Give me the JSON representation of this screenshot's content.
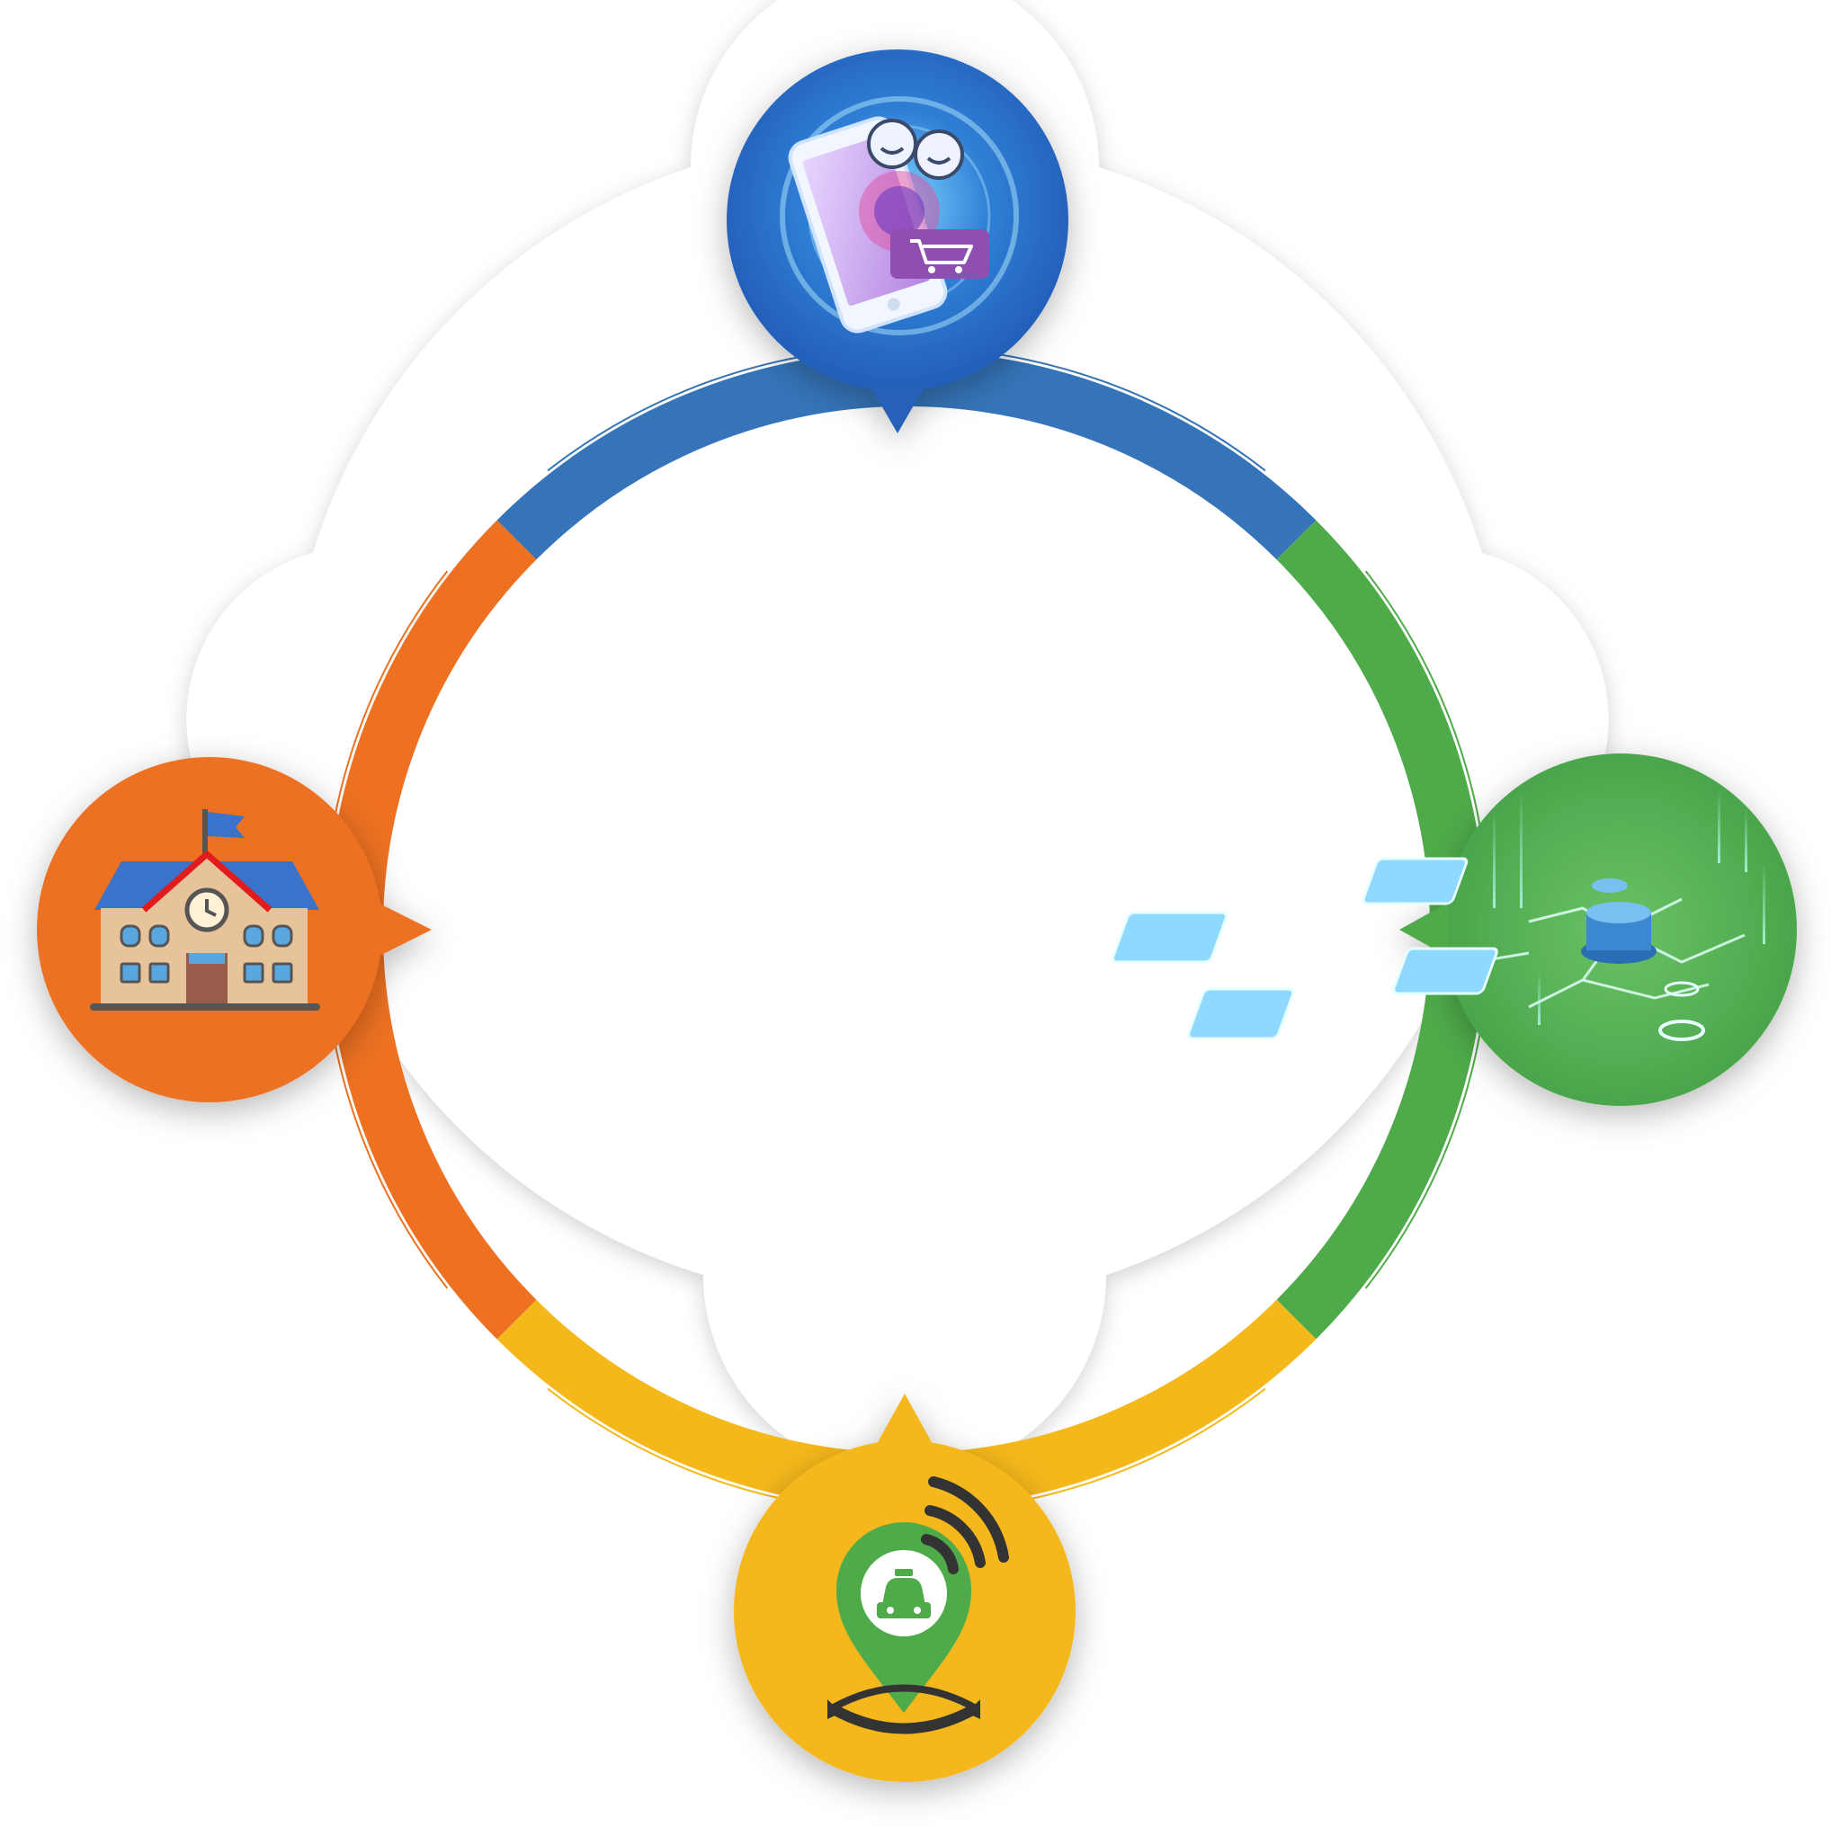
{
  "diagram": {
    "type": "cycle",
    "nodes": [
      {
        "id": "top",
        "icon": "mobile-shopping-icon",
        "color": "#3574b8",
        "label": ""
      },
      {
        "id": "right",
        "icon": "blockchain-network-icon",
        "color": "#4fab4a",
        "label": ""
      },
      {
        "id": "bottom",
        "icon": "taxi-location-icon",
        "color": "#f4b81b",
        "label": ""
      },
      {
        "id": "left",
        "icon": "school-building-icon",
        "color": "#ed7121",
        "label": ""
      }
    ],
    "colors": {
      "blue": "#3574b8",
      "green": "#4fab4a",
      "yellow": "#f4b81b",
      "orange": "#ed7121",
      "cart": "#8f4fb1",
      "roof": "#3a73c9",
      "roof_trim": "#e21b1b",
      "wall": "#e7c39b",
      "door": "#9a5c4a",
      "window": "#5aa6de",
      "dark": "#333333"
    }
  }
}
